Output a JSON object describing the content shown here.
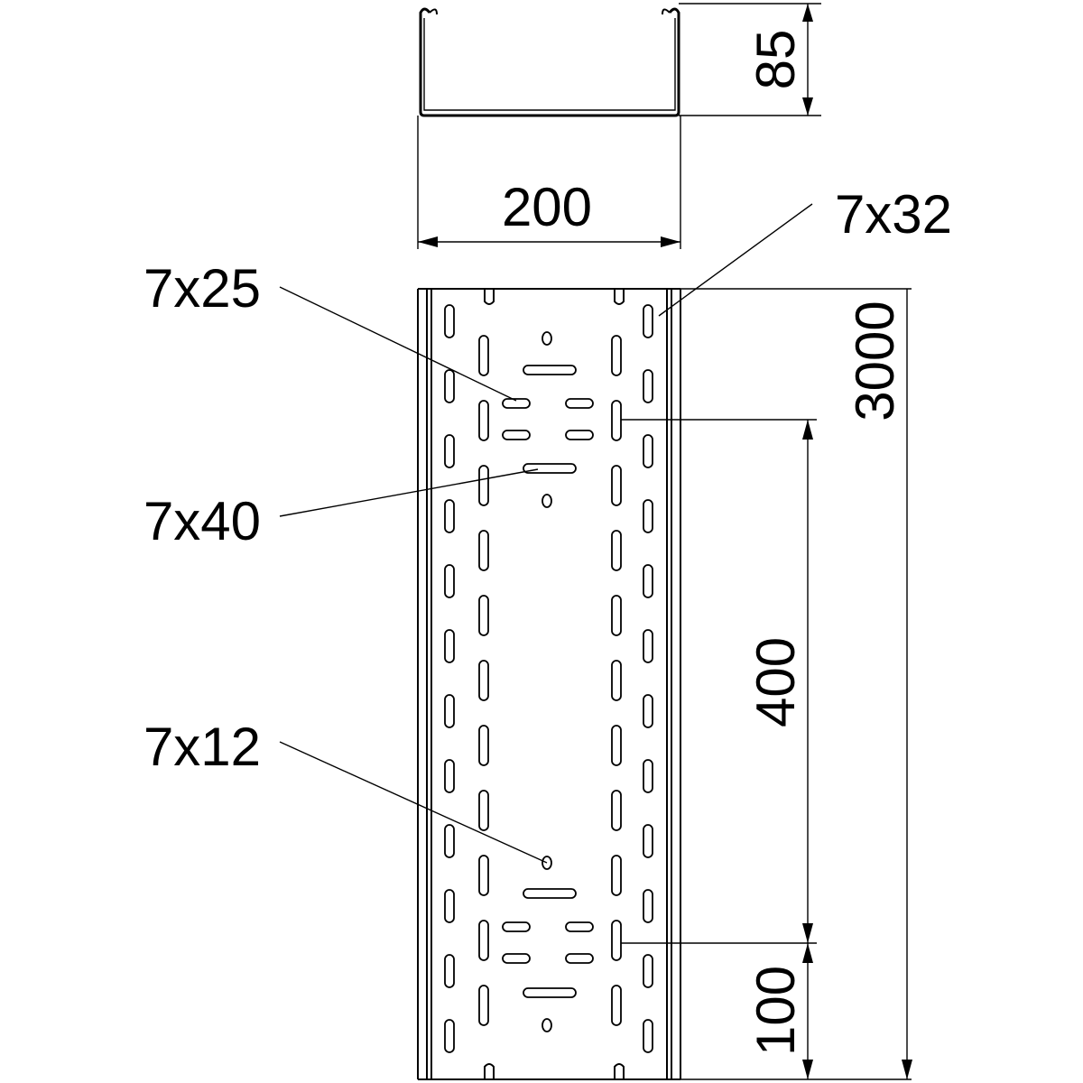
{
  "dimensions": {
    "height": "85",
    "width": "200",
    "length": "3000",
    "pitch": "400",
    "end_offset": "100"
  },
  "callouts": {
    "slot_side": "7x32",
    "slot_top": "7x25",
    "slot_mid": "7x40",
    "hole": "7x12"
  },
  "colors": {
    "line": "#000000",
    "background": "#ffffff"
  }
}
